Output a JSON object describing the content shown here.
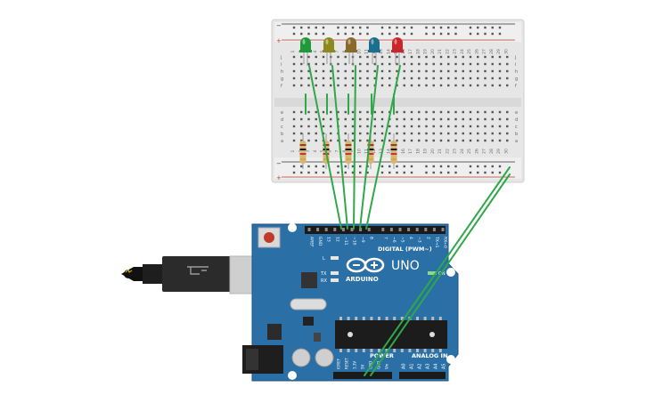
{
  "breadboard": {
    "column_numbers": [
      "1",
      "2",
      "3",
      "4",
      "5",
      "6",
      "7",
      "8",
      "9",
      "10",
      "11",
      "12",
      "13",
      "14",
      "15",
      "16",
      "17",
      "18",
      "19",
      "20",
      "21",
      "22",
      "23",
      "24",
      "25",
      "26",
      "27",
      "28",
      "29",
      "30"
    ],
    "row_labels_top": [
      "j",
      "i",
      "h",
      "g",
      "f"
    ],
    "row_labels_bottom": [
      "e",
      "d",
      "c",
      "b",
      "a"
    ],
    "rail_plus": "+",
    "rail_minus": "−"
  },
  "leds": [
    {
      "name": "led-green",
      "color": "#1f9a3a"
    },
    {
      "name": "led-olive",
      "color": "#8c8a1e"
    },
    {
      "name": "led-brown",
      "color": "#8a6a2a"
    },
    {
      "name": "led-blue",
      "color": "#1a6e8e"
    },
    {
      "name": "led-red",
      "color": "#c8262b"
    }
  ],
  "arduino": {
    "logo_text": "ARDUINO",
    "model": "UNO",
    "digital_label": "DIGITAL (PWM~)",
    "analog_label": "ANALOG IN",
    "power_label": "POWER",
    "digital_pins": [
      "AREF",
      "GND",
      "13",
      "12",
      "~11",
      "~10",
      "~9",
      "8",
      "7",
      "~6",
      "~5",
      "4",
      "~3",
      "2",
      "TX→1",
      "RX←0"
    ],
    "power_pins": [
      "IOREF",
      "RESET",
      "3.3V",
      "5V",
      "GND",
      "GND",
      "Vin"
    ],
    "analog_pins": [
      "A0",
      "A1",
      "A2",
      "A3",
      "A4",
      "A5"
    ],
    "led_labels": {
      "l": "L",
      "tx": "TX",
      "rx": "RX",
      "on": "ON"
    }
  },
  "colors": {
    "board_blue": "#2a6fa5",
    "wire_green": "#2fa84a",
    "breadboard": "#e8e8e8"
  }
}
